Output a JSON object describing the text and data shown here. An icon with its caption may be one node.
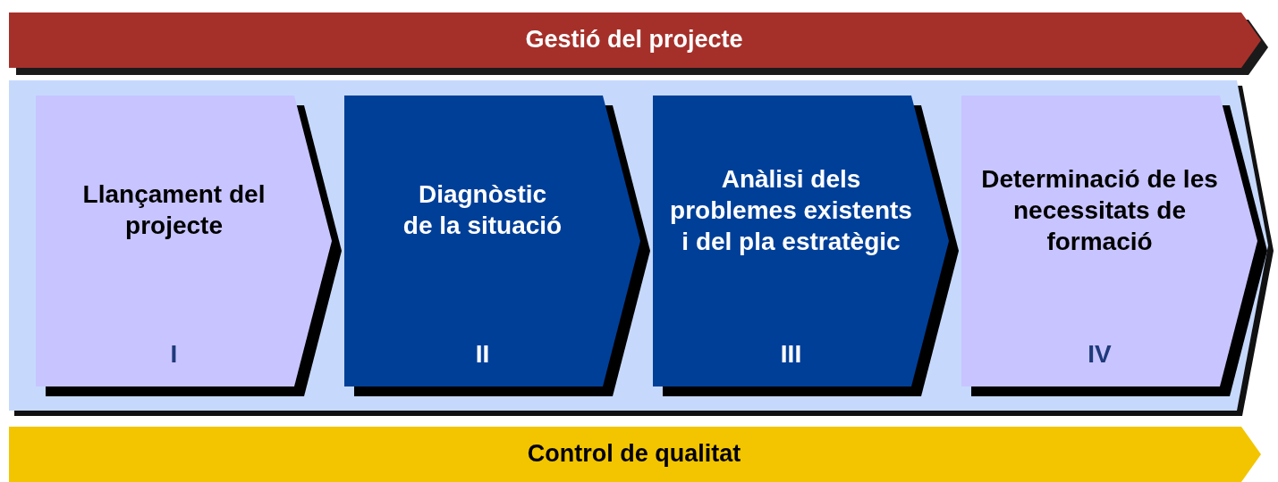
{
  "diagram": {
    "nodes": [
      {
        "text": [
          "Gestió del projecte"
        ]
      },
      {
        "text": [],
        "shape": "chevron"
      },
      {
        "text": [
          "Llançament del projecte",
          "I"
        ],
        "in": 1
      },
      {
        "text": [
          "Diagnòstic de la situació",
          "II"
        ],
        "in": 1
      },
      {
        "text": [
          "Anàlisi dels problemes existents i del pla estratègic",
          "III"
        ],
        "in": 1
      },
      {
        "text": [
          "Determinació de les necessitats de formació",
          "IV"
        ],
        "in": 1
      },
      {
        "text": [
          "Control de qualitat"
        ]
      }
    ]
  }
}
